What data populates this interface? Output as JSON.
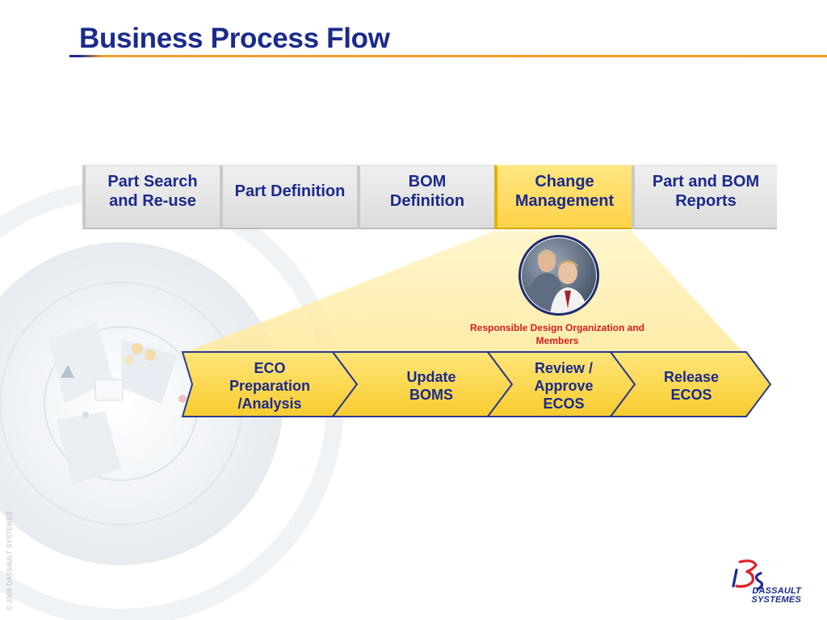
{
  "slide": {
    "title": "Business Process Flow",
    "copyright": "© 2006 DASSAULT SYSTEMES"
  },
  "top_steps": [
    {
      "label": "Part Search\nand Re-use",
      "active": false
    },
    {
      "label": "Part Definition",
      "active": false
    },
    {
      "label": "BOM\nDefinition",
      "active": false
    },
    {
      "label": "Change\nManagement",
      "active": true
    },
    {
      "label": "Part and BOM\nReports",
      "active": false
    }
  ],
  "detail": {
    "caption": "Responsible Design Organization and Members",
    "chevrons": [
      {
        "label": "ECO\nPreparation\n/Analysis"
      },
      {
        "label": "Update\nBOMS"
      },
      {
        "label": "Review /\nApprove\nECOS"
      },
      {
        "label": "Release\nECOS"
      }
    ]
  },
  "logo": {
    "text": "DASSAULT\nSYSTEMES",
    "mark": "3DS"
  },
  "colors": {
    "title": "#1b2a8c",
    "accent_orange": "#f29a1f",
    "highlight_yellow": "#ffd84a",
    "caption_red": "#d42020",
    "logo_red": "#e0202a"
  }
}
